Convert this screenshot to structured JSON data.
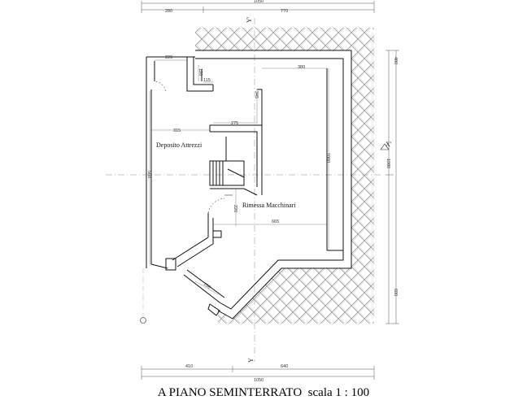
{
  "title": "A PIANO SEMINTERRATO",
  "scale": "scala 1 : 100",
  "rooms": {
    "deposito": "Deposito Attrezzi",
    "rimessa": "Rimessa Macchinari"
  },
  "section_marks": {
    "y_top": "Y'",
    "y_bottom": "Y",
    "x_right": "X'"
  },
  "dimensions": {
    "top_total": "1050",
    "top_left": "280",
    "top_right": "770",
    "bottom_total": "1050",
    "bottom_left": "410",
    "bottom_right": "640",
    "right_total": "1080",
    "right_upper": "480",
    "right_lower": "600",
    "w_220": "220",
    "w_120": "120",
    "w_115": "115",
    "w_380": "380",
    "w_315": "315",
    "w_275": "275",
    "h_345": "345",
    "h_560": "560",
    "h_1060": "1060",
    "h_220": "220",
    "w_665": "665",
    "d_150": "150"
  },
  "colors": {
    "line": "#111111",
    "hatch": "#6f6f6f",
    "dim": "#555555"
  }
}
